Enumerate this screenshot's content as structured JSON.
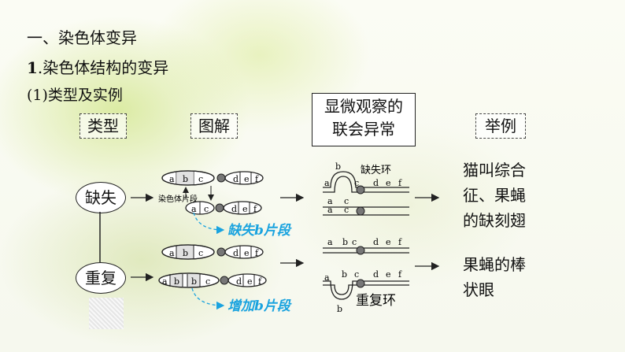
{
  "heading_1": "一、染色体变异",
  "heading_2_num": "1",
  "heading_2_text": ".染色体结构的变异",
  "heading_3": "(1)类型及实例",
  "columns": {
    "type": "类型",
    "diagram": "图解",
    "observation_line1": "显微观察的",
    "observation_line2": "联会异常",
    "example": "举例"
  },
  "rows": [
    {
      "type": "缺失",
      "annotation": "缺失b片段",
      "fragment_label": "染色体片段",
      "loop_label": "缺失环",
      "examples": [
        "猫叫综合",
        "征、果蝇",
        "的缺刻翅"
      ]
    },
    {
      "type": "重复",
      "annotation": "增加b片段",
      "loop_label": "重复环",
      "examples": [
        "果蝇的棒",
        "状眼"
      ]
    }
  ],
  "gene_letters": {
    "a": "a",
    "b": "b",
    "c": "c",
    "d": "d",
    "e": "e",
    "f": "f"
  },
  "colors": {
    "annotation_blue": "#1aa3df",
    "line": "#222222",
    "segment_gray": "#d9d9d9",
    "centromere": "#777777"
  }
}
